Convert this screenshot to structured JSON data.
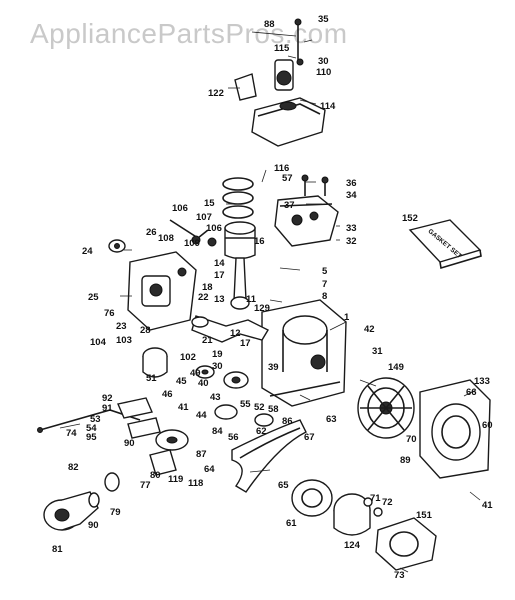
{
  "watermark": "AppliancePartsPros.com",
  "gasket_box_label": "GASKET SET",
  "callouts": [
    {
      "id": "c88",
      "text": "88"
    },
    {
      "id": "c35",
      "text": "35"
    },
    {
      "id": "c115",
      "text": "115"
    },
    {
      "id": "c30a",
      "text": "30"
    },
    {
      "id": "c110",
      "text": "110"
    },
    {
      "id": "c122",
      "text": "122"
    },
    {
      "id": "c114",
      "text": "114"
    },
    {
      "id": "c116",
      "text": "116"
    },
    {
      "id": "c57",
      "text": "57"
    },
    {
      "id": "c36",
      "text": "36"
    },
    {
      "id": "c34",
      "text": "34"
    },
    {
      "id": "c15",
      "text": "15"
    },
    {
      "id": "c37",
      "text": "37"
    },
    {
      "id": "c152",
      "text": "152"
    },
    {
      "id": "c106a",
      "text": "106"
    },
    {
      "id": "c107",
      "text": "107"
    },
    {
      "id": "c106b",
      "text": "106"
    },
    {
      "id": "c33",
      "text": "33"
    },
    {
      "id": "c32",
      "text": "32"
    },
    {
      "id": "c26",
      "text": "26"
    },
    {
      "id": "c108",
      "text": "108"
    },
    {
      "id": "c109",
      "text": "109"
    },
    {
      "id": "c24",
      "text": "24"
    },
    {
      "id": "c16",
      "text": "16"
    },
    {
      "id": "c14",
      "text": "14"
    },
    {
      "id": "c5",
      "text": "5"
    },
    {
      "id": "c17a",
      "text": "17"
    },
    {
      "id": "c7",
      "text": "7"
    },
    {
      "id": "c18",
      "text": "18"
    },
    {
      "id": "c8",
      "text": "8"
    },
    {
      "id": "c25",
      "text": "25"
    },
    {
      "id": "c22",
      "text": "22"
    },
    {
      "id": "c13",
      "text": "13"
    },
    {
      "id": "c11",
      "text": "11"
    },
    {
      "id": "c76",
      "text": "76"
    },
    {
      "id": "c129",
      "text": "129"
    },
    {
      "id": "c23",
      "text": "23"
    },
    {
      "id": "c28",
      "text": "28"
    },
    {
      "id": "c12",
      "text": "12"
    },
    {
      "id": "c1",
      "text": "1"
    },
    {
      "id": "c42",
      "text": "42"
    },
    {
      "id": "c104",
      "text": "104"
    },
    {
      "id": "c103",
      "text": "103"
    },
    {
      "id": "c21",
      "text": "21"
    },
    {
      "id": "c17b",
      "text": "17"
    },
    {
      "id": "c102",
      "text": "102"
    },
    {
      "id": "c19",
      "text": "19"
    },
    {
      "id": "c30b",
      "text": "30"
    },
    {
      "id": "c45",
      "text": "45"
    },
    {
      "id": "c51",
      "text": "51"
    },
    {
      "id": "c49",
      "text": "49"
    },
    {
      "id": "c40",
      "text": "40"
    },
    {
      "id": "c39",
      "text": "39"
    },
    {
      "id": "c31",
      "text": "31"
    },
    {
      "id": "c149",
      "text": "149"
    },
    {
      "id": "c92",
      "text": "92"
    },
    {
      "id": "c91",
      "text": "91"
    },
    {
      "id": "c46",
      "text": "46"
    },
    {
      "id": "c43",
      "text": "43"
    },
    {
      "id": "c133",
      "text": "133"
    },
    {
      "id": "c53",
      "text": "53"
    },
    {
      "id": "c41",
      "text": "41"
    },
    {
      "id": "c44",
      "text": "44"
    },
    {
      "id": "c55",
      "text": "55"
    },
    {
      "id": "c52",
      "text": "52"
    },
    {
      "id": "c58",
      "text": "58"
    },
    {
      "id": "c66",
      "text": "66"
    },
    {
      "id": "c60",
      "text": "60"
    },
    {
      "id": "c54",
      "text": "54"
    },
    {
      "id": "c63",
      "text": "63"
    },
    {
      "id": "c74",
      "text": "74"
    },
    {
      "id": "c95",
      "text": "95"
    },
    {
      "id": "c84",
      "text": "84"
    },
    {
      "id": "c56",
      "text": "56"
    },
    {
      "id": "c62",
      "text": "62"
    },
    {
      "id": "c86",
      "text": "86"
    },
    {
      "id": "c67",
      "text": "67"
    },
    {
      "id": "c70",
      "text": "70"
    },
    {
      "id": "c89",
      "text": "89"
    },
    {
      "id": "c90a",
      "text": "90"
    },
    {
      "id": "c87",
      "text": "87"
    },
    {
      "id": "c82",
      "text": "82"
    },
    {
      "id": "c77",
      "text": "77"
    },
    {
      "id": "c119",
      "text": "119"
    },
    {
      "id": "c118",
      "text": "118"
    },
    {
      "id": "c64",
      "text": "64"
    },
    {
      "id": "c65",
      "text": "65"
    },
    {
      "id": "c71",
      "text": "71"
    },
    {
      "id": "c72",
      "text": "72"
    },
    {
      "id": "c41b",
      "text": "41"
    },
    {
      "id": "c79",
      "text": "79"
    },
    {
      "id": "c80",
      "text": "80"
    },
    {
      "id": "c61",
      "text": "61"
    },
    {
      "id": "c124",
      "text": "124"
    },
    {
      "id": "c151",
      "text": "151"
    },
    {
      "id": "c81",
      "text": "81"
    },
    {
      "id": "c90b",
      "text": "90"
    },
    {
      "id": "c73",
      "text": "73"
    }
  ]
}
